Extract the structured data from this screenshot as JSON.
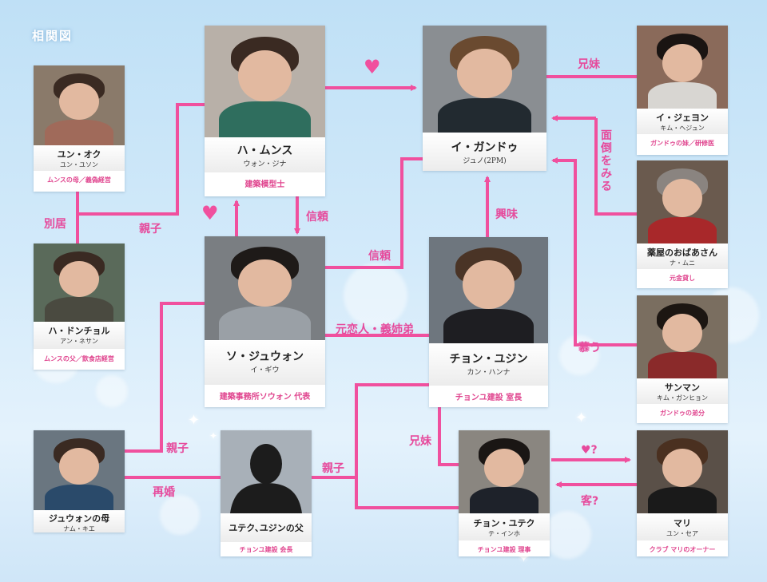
{
  "title": "相関図",
  "people": {
    "yun_ok": {
      "name": "ユン・オク",
      "actor": "ユン・ユソン",
      "role": "ムンスの母／義偽経営"
    },
    "ha_dongchol": {
      "name": "ハ・ドンチョル",
      "actor": "アン・ネサン",
      "role": "ムンスの父／飲食店経営"
    },
    "ha_munsu": {
      "name": "ハ・ムンス",
      "actor": "ウォン・ジナ",
      "role": "建築模型士"
    },
    "so_juwon": {
      "name": "ソ・ジュウォン",
      "actor": "イ・ギウ",
      "role": "建築事務所ソウォン 代表"
    },
    "lee_gandu": {
      "name": "イ・ガンドゥ",
      "actor": "ジュノ(2PM)",
      "role": ""
    },
    "jeon_yujin": {
      "name": "チョン・ユジン",
      "actor": "カン・ハンナ",
      "role": "チョンユ建設 室長"
    },
    "lee_jeyon": {
      "name": "イ・ジェヨン",
      "actor": "キム・ヘジュン",
      "role": "ガンドゥの妹／研修医"
    },
    "yakuya": {
      "name": "薬屋のおばあさん",
      "actor": "ナ・ムニ",
      "role": "元金貸し"
    },
    "sanman": {
      "name": "サンマン",
      "actor": "キム・ガンヒョン",
      "role": "ガンドゥの弟分"
    },
    "juwon_mother": {
      "name": "ジュウォンの母",
      "actor": "ナム・キエ",
      "role": ""
    },
    "father": {
      "name": "ユテク､ユジンの父",
      "actor": "",
      "role": "チョンユ建設 会長"
    },
    "jeon_yutek": {
      "name": "チョン・ユテク",
      "actor": "テ・インホ",
      "role": "チョンユ建設 理事"
    },
    "mari": {
      "name": "マリ",
      "actor": "ユン・セア",
      "role": "クラブ マリのオーナー"
    }
  },
  "relations": {
    "sibling1": "兄妹",
    "mendou": "面倒をみる",
    "bekkyo": "別居",
    "oyako1": "親子",
    "shinrai1": "信頼",
    "kyomi": "興味",
    "shinrai2": "信頼",
    "motokoi": "元恋人・義姉弟",
    "shitau": "慕う",
    "oyako2": "親子",
    "saikon": "再婚",
    "oyako3": "親子",
    "sibling2": "兄妹",
    "heart_q": "♥?",
    "kyaku_q": "客?"
  },
  "colors": {
    "line": "#f0509e",
    "text": "#e64a9c"
  }
}
